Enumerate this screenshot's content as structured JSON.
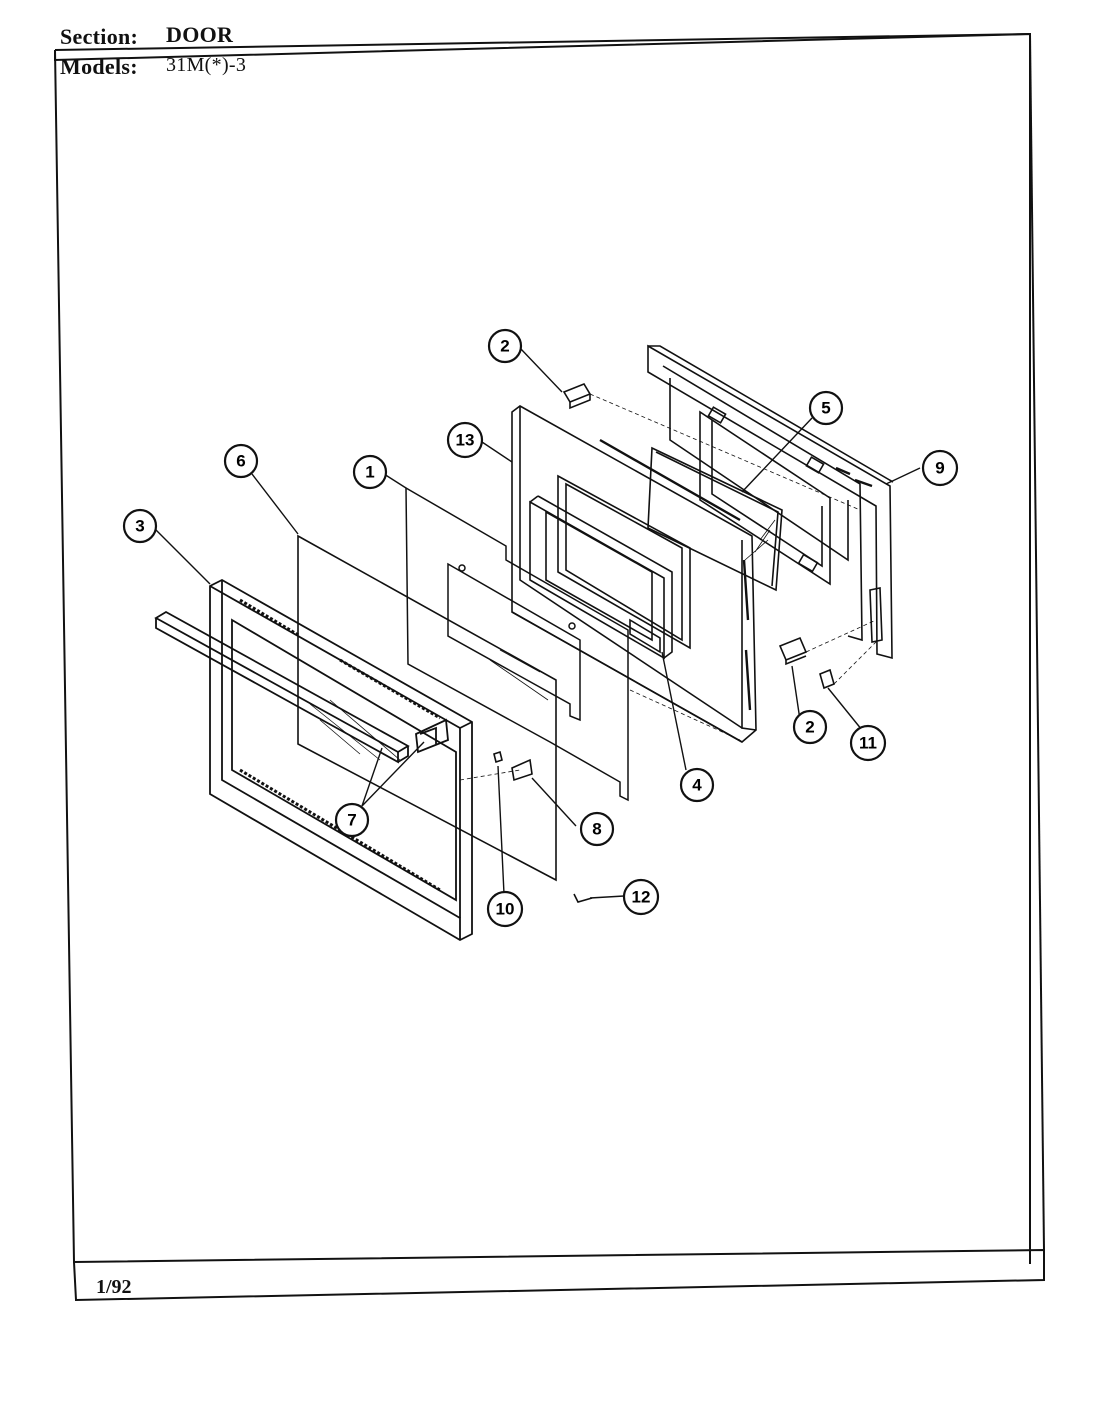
{
  "header": {
    "section_label": "Section:",
    "section_value": "DOOR",
    "models_label": "Models:",
    "models_value": "31M(*)-3"
  },
  "footer": {
    "date_code": "1/92"
  },
  "callouts": [
    "1",
    "2",
    "2",
    "3",
    "4",
    "5",
    "6",
    "7",
    "8",
    "9",
    "10",
    "11",
    "12",
    "13"
  ]
}
